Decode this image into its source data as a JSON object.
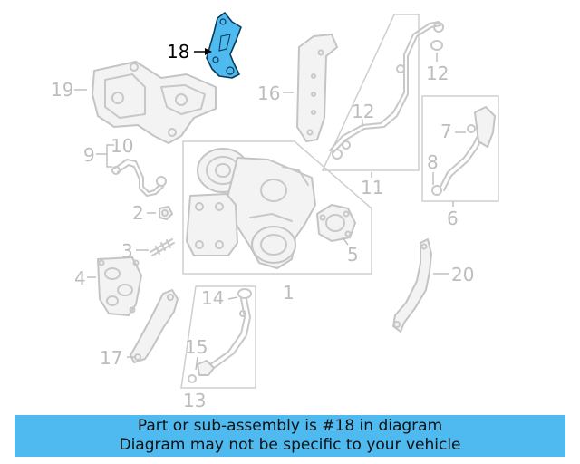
{
  "highlight_color": "#4fbaf0",
  "highlight_part": "18",
  "callouts": {
    "c1": "1",
    "c2": "2",
    "c3": "3",
    "c4": "4",
    "c5": "5",
    "c6": "6",
    "c7": "7",
    "c8": "8",
    "c9": "9",
    "c10": "10",
    "c11": "11",
    "c12a": "12",
    "c12b": "12",
    "c13": "13",
    "c14": "14",
    "c15": "15",
    "c16": "16",
    "c17": "17",
    "c18": "18",
    "c19": "19",
    "c20": "20"
  },
  "banner": {
    "line1": "Part or sub-assembly is #18 in diagram",
    "line2": "Diagram may not be specific to your vehicle"
  }
}
